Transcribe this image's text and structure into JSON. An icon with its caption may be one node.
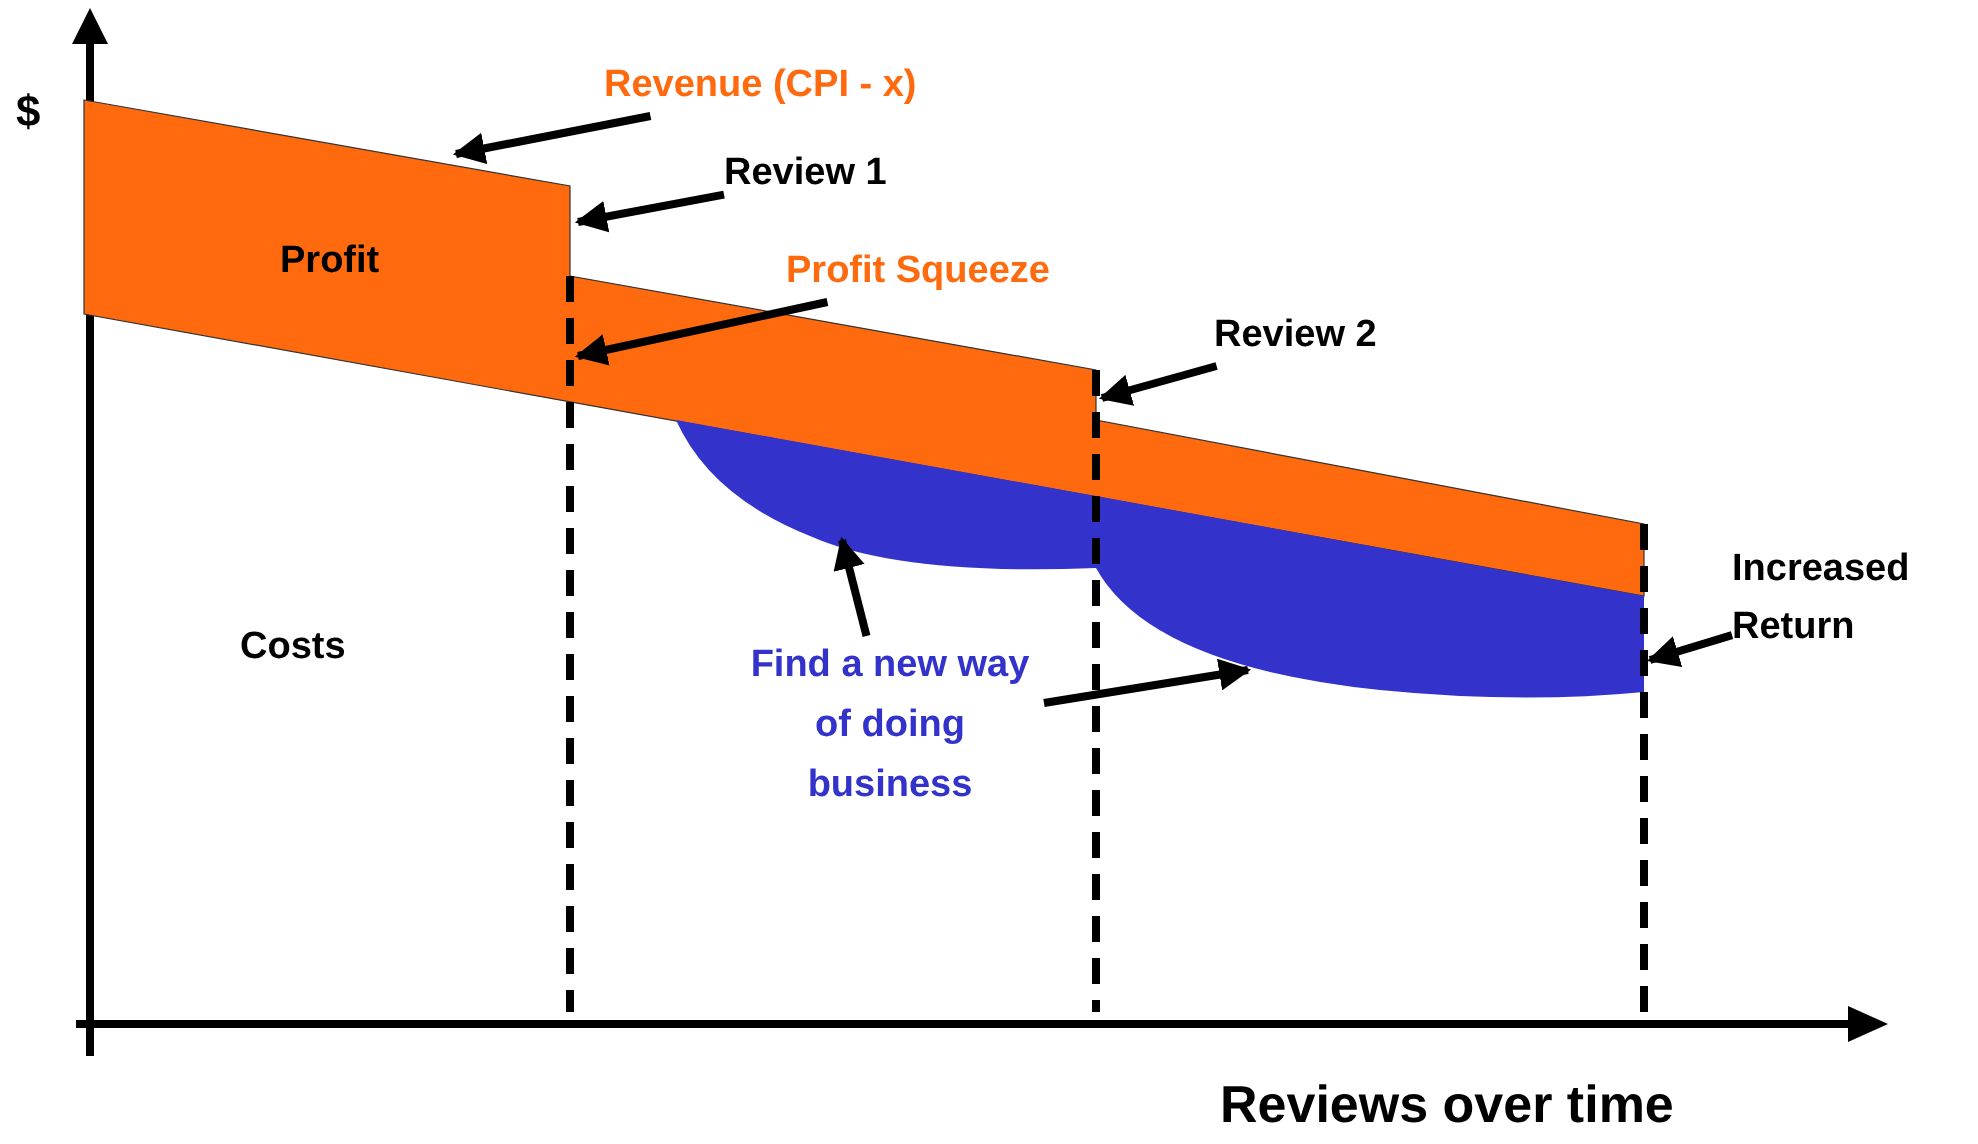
{
  "diagram": {
    "nodes": [
      {
        "text": [
          "Revenue (CPI - x)"
        ]
      },
      {
        "text": [
          "Profit"
        ]
      },
      {
        "text": [
          "Review 1"
        ]
      },
      {
        "text": [
          "Profit Squeeze"
        ]
      },
      {
        "text": [
          "Review 2"
        ]
      },
      {
        "text": [
          "Find a new way of doing business"
        ]
      },
      {
        "text": [],
        "shape": "area"
      },
      {
        "text": [],
        "shape": "area"
      },
      {
        "text": [
          "Increased Return"
        ]
      }
    ],
    "edges": [
      {
        "from": 0,
        "to": 1,
        "arrow": "to"
      },
      {
        "from": 2,
        "to": 1,
        "arrow": "to"
      },
      {
        "from": 3,
        "to": 1,
        "arrow": "to"
      },
      {
        "from": 4,
        "to": 1,
        "arrow": "to"
      },
      {
        "from": 5,
        "to": 6,
        "arrow": "to"
      },
      {
        "from": 5,
        "to": 7,
        "arrow": "to"
      },
      {
        "from": 8,
        "to": 7,
        "arrow": "to"
      }
    ],
    "labels": [
      "$",
      "Costs",
      "Reviews over time"
    ]
  }
}
